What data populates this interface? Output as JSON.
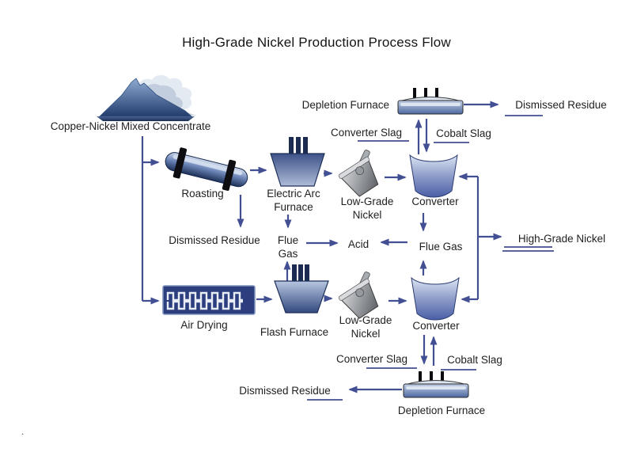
{
  "title": "High-Grade Nickel Production Process Flow",
  "colors": {
    "arrow": "#424f92",
    "text": "#1f1f1f",
    "background": "#ffffff",
    "equipment_steel_blue": "#6d8cbe",
    "dryer_navy": "#2c3e7e",
    "ladle_gray": "#969ba2"
  },
  "nodes": {
    "concentrate": {
      "label": "Copper-Nickel Mixed Concentrate",
      "icon": "ore-pile-icon"
    },
    "roasting": {
      "label": "Roasting",
      "icon": "rotary-kiln-icon"
    },
    "electric_arc_furnace": {
      "line1": "Electric Arc",
      "line2": "Furnace",
      "icon": "arc-furnace-icon"
    },
    "air_drying": {
      "label": "Air Drying",
      "icon": "air-dryer-icon"
    },
    "flash_furnace": {
      "label": "Flash Furnace",
      "icon": "flash-furnace-icon"
    },
    "converter_top": {
      "label": "Converter",
      "icon": "converter-vessel-icon"
    },
    "converter_bottom": {
      "label": "Converter",
      "icon": "converter-vessel-icon"
    },
    "depletion_furnace_top": {
      "label": "Depletion Furnace",
      "icon": "depletion-furnace-icon"
    },
    "depletion_furnace_bottom": {
      "label": "Depletion Furnace",
      "icon": "depletion-furnace-icon"
    }
  },
  "streams": {
    "low_grade_nickel_top": {
      "line1": "Low-Grade",
      "line2": "Nickel"
    },
    "low_grade_nickel_bottom": {
      "line1": "Low-Grade",
      "line2": "Nickel"
    },
    "dismissed_residue_top": "Dismissed Residue",
    "dismissed_residue_mid": "Dismissed Residue",
    "dismissed_residue_bottom": "Dismissed Residue",
    "converter_slag_top": "Converter Slag",
    "converter_slag_bottom": "Converter Slag",
    "cobalt_slag_top": "Cobalt Slag",
    "cobalt_slag_bottom": "Cobalt Slag",
    "flue_gas_left": {
      "line1": "Flue",
      "line2": "Gas"
    },
    "flue_gas_right": "Flue Gas",
    "acid": "Acid",
    "high_grade_nickel": "High-Grade Nickel"
  },
  "connections": [
    {
      "from": "concentrate",
      "to": "roasting"
    },
    {
      "from": "concentrate",
      "to": "air_drying"
    },
    {
      "from": "roasting",
      "to": "electric_arc_furnace"
    },
    {
      "from": "roasting",
      "to": "dismissed_residue_mid"
    },
    {
      "from": "electric_arc_furnace",
      "to": "low_grade_nickel_top"
    },
    {
      "from": "electric_arc_furnace",
      "to": "flue_gas_left"
    },
    {
      "from": "low_grade_nickel_top",
      "to": "converter_top"
    },
    {
      "from": "converter_top",
      "to": "flue_gas_right"
    },
    {
      "from": "converter_top",
      "to": "depletion_furnace_top",
      "label": "converter_slag_top"
    },
    {
      "from": "depletion_furnace_top",
      "to": "converter_top",
      "label": "cobalt_slag_top"
    },
    {
      "from": "depletion_furnace_top",
      "to": "dismissed_residue_top"
    },
    {
      "from": "flue_gas_left",
      "to": "acid"
    },
    {
      "from": "flue_gas_right",
      "to": "acid"
    },
    {
      "from": "return_line",
      "to": "high_grade_nickel"
    },
    {
      "from": "return_line",
      "to": "converter_top"
    },
    {
      "from": "return_line",
      "to": "converter_bottom"
    },
    {
      "from": "air_drying",
      "to": "flash_furnace"
    },
    {
      "from": "flash_furnace",
      "to": "low_grade_nickel_bottom"
    },
    {
      "from": "flash_furnace",
      "to": "flue_gas_left"
    },
    {
      "from": "low_grade_nickel_bottom",
      "to": "converter_bottom"
    },
    {
      "from": "converter_bottom",
      "to": "flue_gas_right"
    },
    {
      "from": "converter_bottom",
      "to": "depletion_furnace_bottom",
      "label": "converter_slag_bottom"
    },
    {
      "from": "depletion_furnace_bottom",
      "to": "converter_bottom",
      "label": "cobalt_slag_bottom"
    },
    {
      "from": "depletion_furnace_bottom",
      "to": "dismissed_residue_bottom"
    }
  ],
  "stray_mark": "."
}
